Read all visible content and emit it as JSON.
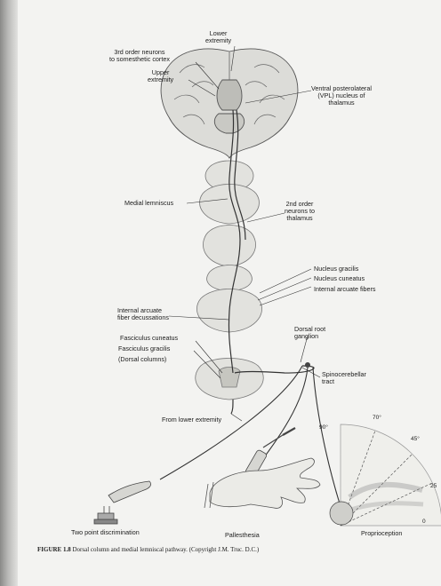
{
  "labels": {
    "lower_extremity": "Lower\nextremity",
    "third_order": "3rd order neurons\nto somesthetic cortex",
    "upper_extremity": "Upper\nextremity",
    "vpl": "Ventral posterolateral\n(VPL) nucleus of\nthalamus",
    "medial_lemniscus": "Medial lemniscus",
    "second_order": "2nd order\nneurons to\nthalamus",
    "nucleus_gracilis": "Nucleus gracilis",
    "nucleus_cuneatus": "Nucleus cuneatus",
    "internal_arcuate_fibers": "Internal arcuate fibers",
    "internal_arcuate_decussations": "Internal arcuate\nfiber decussations",
    "dorsal_root_ganglion": "Dorsal root\nganglion",
    "fasciculus_cuneatus": "Fasciculus cuneatus",
    "fasciculus_gracilis": "Fasciculus gracilis",
    "dorsal_columns": "(Dorsal columns)",
    "spinocerebellar": "Spinocerebellar\ntract",
    "from_lower_extremity": "From lower extremity",
    "two_point": "Two point discrimination",
    "pallesthesia": "Pallesthesia",
    "proprioception": "Proprioception"
  },
  "angles": [
    "90°",
    "70°",
    "45°",
    "25",
    "0"
  ],
  "caption": {
    "figure_number": "FIGURE 1.8",
    "text": "Dorsal column and medial lemniscal pathway. (Copyright J.M. Truc. D.C.)"
  }
}
